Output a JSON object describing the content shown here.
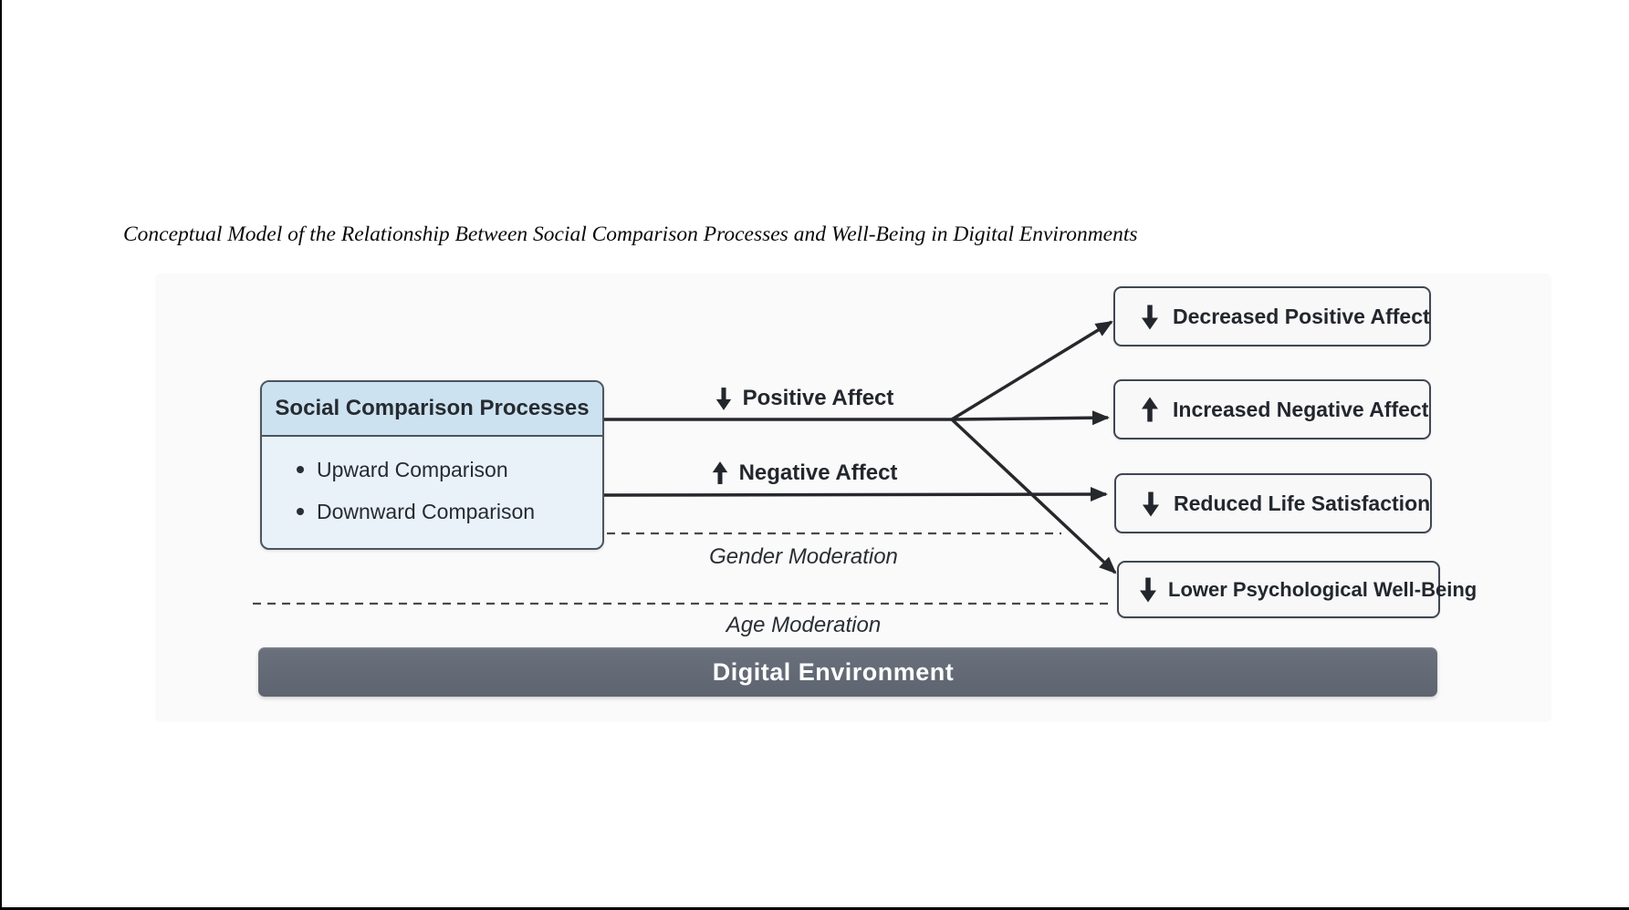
{
  "figure": {
    "title": "Conceptual Model of the Relationship Between Social Comparison Processes and Well-Being in Digital Environments"
  },
  "diagram": {
    "predictor_box": {
      "title": "Social Comparison Processes",
      "items": [
        {
          "label": "Upward Comparison"
        },
        {
          "label": "Downward Comparison"
        }
      ]
    },
    "pathways": [
      {
        "icon": "down-arrow-icon",
        "label": "Positive Affect"
      },
      {
        "icon": "up-arrow-icon",
        "label": "Negative Affect"
      }
    ],
    "moderators": [
      {
        "label": "Gender Moderation"
      },
      {
        "label": "Age Moderation"
      }
    ],
    "outcomes": [
      {
        "icon": "down-arrow-icon",
        "label": "Decreased Positive Affect"
      },
      {
        "icon": "up-arrow-icon",
        "label": "Increased Negative Affect"
      },
      {
        "icon": "down-arrow-icon",
        "label": "Reduced Life Satisfaction"
      },
      {
        "icon": "down-arrow-icon",
        "label": "Lower Psychological Well-Being"
      }
    ],
    "environment_bar": {
      "label": "Digital Environment"
    }
  },
  "colors": {
    "predictor_header_fill": "#cde2f0",
    "predictor_body_fill": "#e9f2f8",
    "box_border": "#4b5561",
    "outcome_border": "#3f4752",
    "outcome_fill": "#f8f8f9",
    "connector_line": "#26282c",
    "dashed_line": "#4a4a4a",
    "environment_bar_fill": "#5d6470",
    "environment_bar_text": "#ffffff",
    "canvas_fill": "#fafafa"
  }
}
